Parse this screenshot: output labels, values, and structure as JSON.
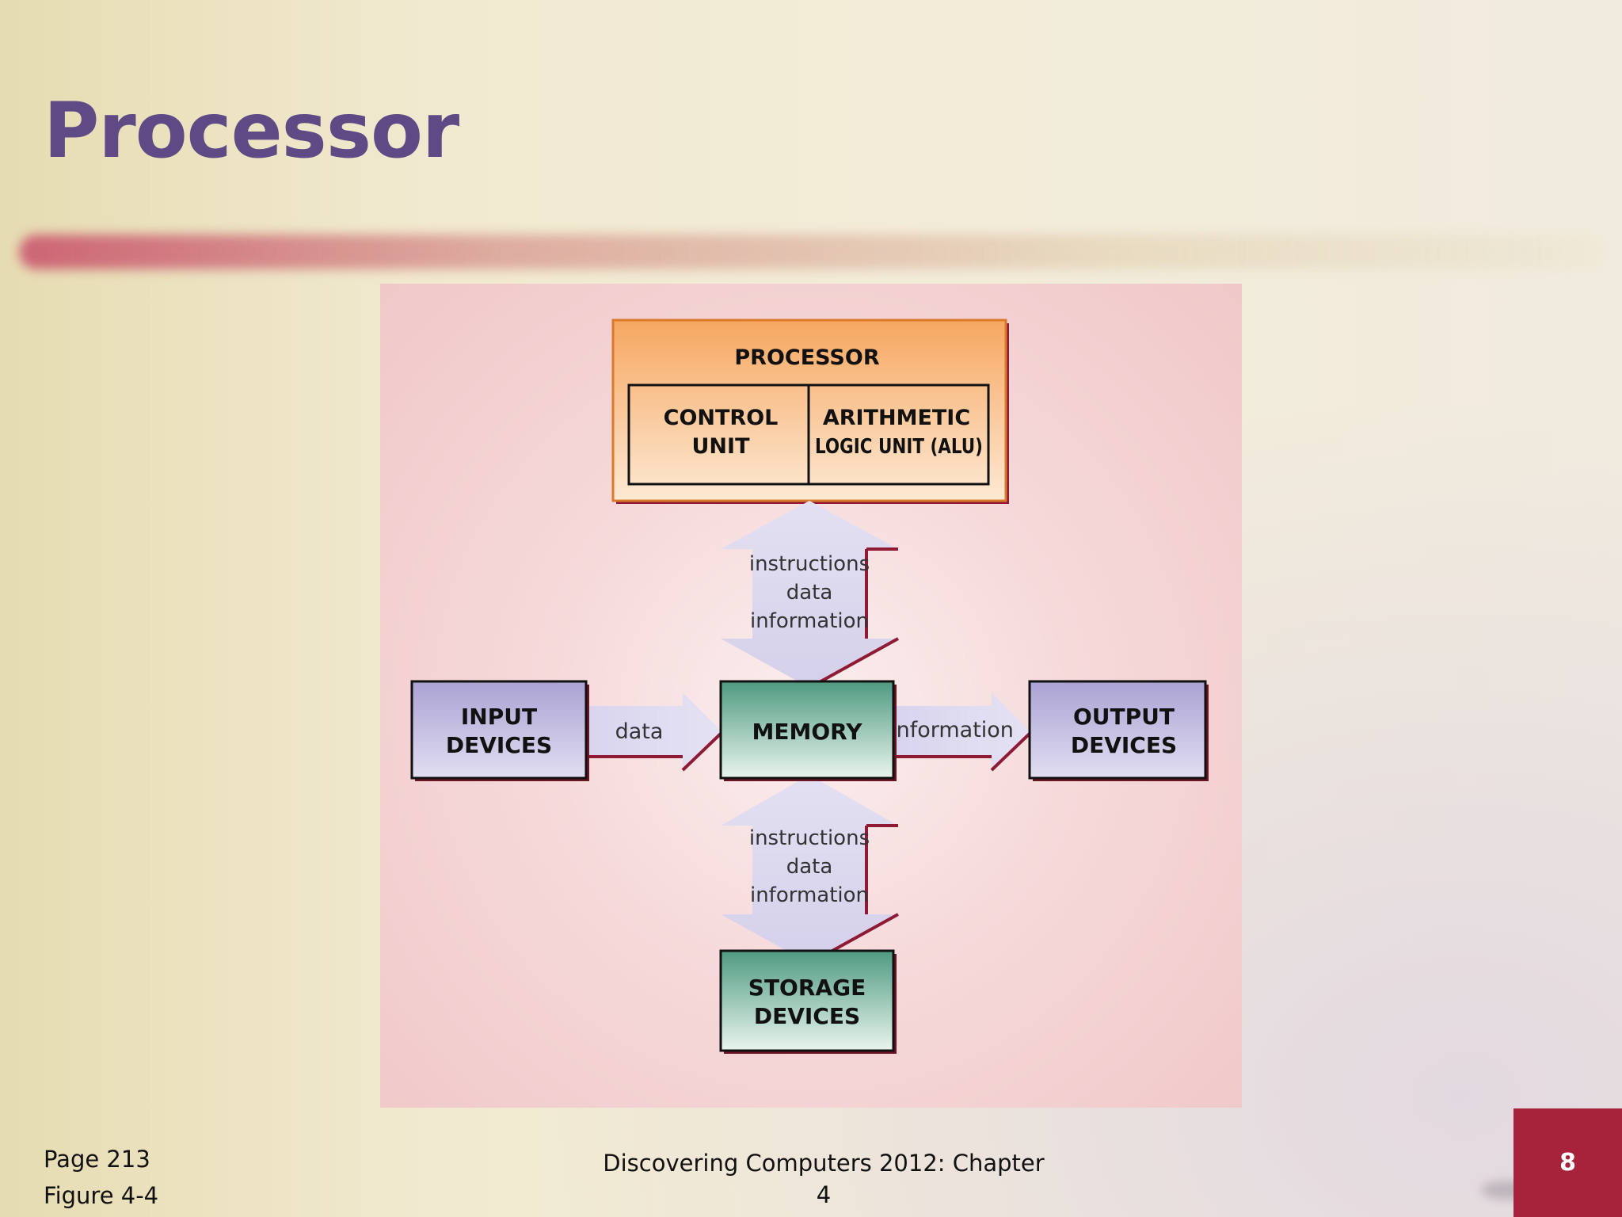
{
  "slide": {
    "title": "Processor",
    "footer_page": "Page 213",
    "footer_figure": "Figure 4-4",
    "footer_center": "Discovering Computers 2012: Chapter 4",
    "page_number": "8"
  },
  "diagram": {
    "processor": {
      "title": "PROCESSOR",
      "control_unit": [
        "CONTROL",
        "UNIT"
      ],
      "alu": [
        "ARITHMETIC",
        "LOGIC UNIT (ALU)"
      ]
    },
    "memory": "MEMORY",
    "input": [
      "INPUT",
      "DEVICES"
    ],
    "output": [
      "OUTPUT",
      "DEVICES"
    ],
    "storage": [
      "STORAGE",
      "DEVICES"
    ],
    "arrow_top": [
      "instructions",
      "data",
      "information"
    ],
    "arrow_bottom": [
      "instructions",
      "data",
      "information"
    ],
    "arrow_left": "data",
    "arrow_right": "information"
  }
}
